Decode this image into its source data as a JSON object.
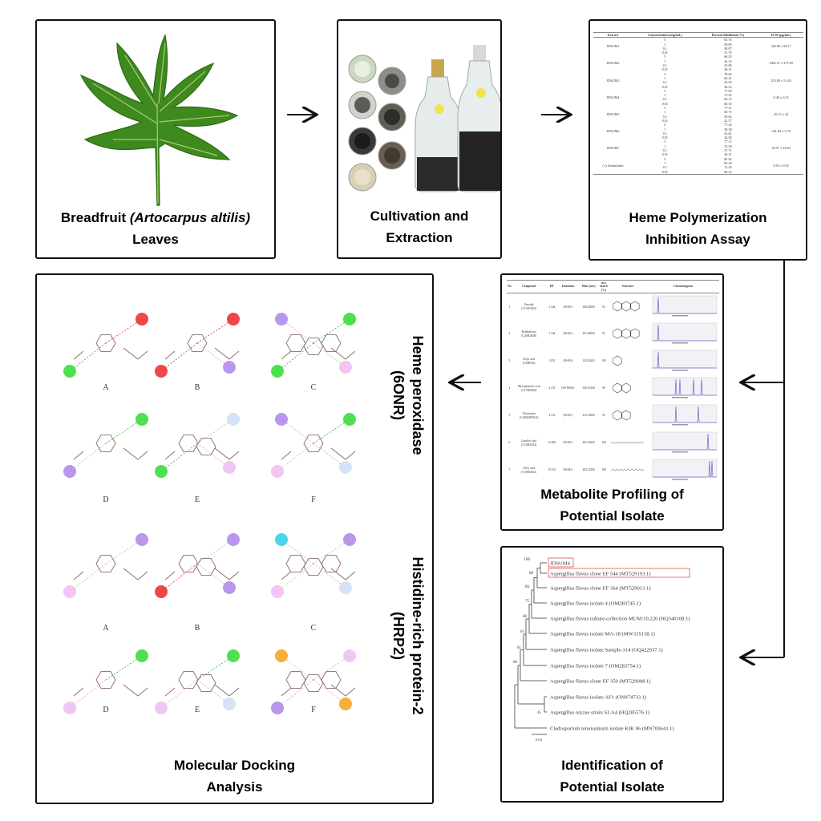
{
  "steps": {
    "leaves": {
      "title_prefix": "Breadfruit ",
      "title_italic": "(Artocarpus altilis)",
      "title_suffix": "Leaves"
    },
    "cultivation": {
      "line1": "Cultivation and",
      "line2": "Extraction"
    },
    "heme_assay": {
      "line1": "Heme Polymerization",
      "line2": "Inhibition Assay"
    },
    "metabolite": {
      "line1": "Metabolite Profiling of",
      "line2": "Potential Isolate"
    },
    "identification": {
      "line1": "Identification of",
      "line2": "Potential Isolate"
    },
    "docking": {
      "line1": "Molecular Docking",
      "line2": "Analysis",
      "target1": "Heme peroxidase",
      "target1_id": "(6ONR)",
      "target2": "Histidine-rich protein-2",
      "target2_id": "(HRP2)",
      "panel_labels": [
        "A",
        "B",
        "C",
        "D",
        "E",
        "F"
      ]
    }
  },
  "heme_table": {
    "headers": [
      "Extract",
      "Concentration (mg/mL)",
      "Percent Inhibition (%)",
      "IC50 (µg/mL)"
    ],
    "concentrations": [
      "5",
      "1",
      "0.1",
      "0.01"
    ],
    "rows": [
      {
        "extract": "JDSUM1",
        "inhibition": [
          "65.76",
          "58.89",
          "38.87",
          "31.70"
        ],
        "ic50": "320.98 ± 90.17"
      },
      {
        "extract": "JDSUM2",
        "inhibition": [
          "68.25",
          "42.14",
          "33.80",
          "28.31"
        ],
        "ic50": "1062.57 ± 275.00"
      },
      {
        "extract": "JDSUM3",
        "inhibition": [
          "78.66",
          "60.21",
          "43.50",
          "38.23"
        ],
        "ic50": "253.09 ± 51.65"
      },
      {
        "extract": "JDSUM4",
        "inhibition": [
          "77.99",
          "73.45",
          "65.15",
          "60.10"
        ],
        "ic50": "0.48 ± 0.15"
      },
      {
        "extract": "JDSUM5",
        "inhibition": [
          "77.11",
          "60.75",
          "50.62",
          "41.57"
        ],
        "ic50": "50.15 ± 22"
      },
      {
        "extract": "JDSUM6",
        "inhibition": [
          "77.24",
          "58.38",
          "43.61",
          "24.92"
        ],
        "ic50": "341.84 ± 3.78"
      },
      {
        "extract": "JDSUM7",
        "inhibition": [
          "77.15",
          "74.50",
          "57.71",
          "40.21"
        ],
        "ic50": "36.97 ± 14.69"
      },
      {
        "extract": "(+) Artemisinin",
        "inhibition": [
          "85.82",
          "83.38",
          "72.43",
          "68.23"
        ],
        "ic50": "0.03 ± 0.02"
      }
    ]
  },
  "metabolite_table": {
    "headers": [
      "No",
      "Compound",
      "RT",
      "Ionization",
      "Mass (m/z)",
      "m/z match (%)",
      "Structure",
      "Chromatogram"
    ],
    "rows": [
      {
        "no": "1",
        "compound": "Emodin",
        "formula": "(C15H10O5)",
        "rt": "1.344",
        "ion": "[M+H]+",
        "mass": "300.02000",
        "match": "92"
      },
      {
        "no": "2",
        "compound": "Rothbalcone",
        "formula": "(C26H26O8)",
        "rt": "1.344",
        "ion": "[M+H]+",
        "mass": "451.04004",
        "match": "95"
      },
      {
        "no": "3",
        "compound": "Kojic acid",
        "formula": "(C6H6O4)",
        "rt": "1.831",
        "ion": "[M+H]+",
        "mass": "143.03443",
        "match": "100"
      },
      {
        "no": "4",
        "compound": "Mycophenolic acid",
        "formula": "(C17H20O6)",
        "rt": "4.135",
        "ion": "[M+NH4]+",
        "mass": "338.16168",
        "match": "99"
      },
      {
        "no": "5",
        "compound": "Fluvastatin",
        "formula": "(C24H26FNO4)",
        "rt": "4.135",
        "ion": "[M+H]+",
        "mass": "412.19600",
        "match": "95"
      },
      {
        "no": "6",
        "compound": "Linoleic acid",
        "formula": "(C18H32O2)",
        "rt": "15.881",
        "ion": "[M+H]+",
        "mass": "281.25045",
        "match": "100"
      },
      {
        "no": "7",
        "compound": "Oleic acid",
        "formula": "(C18H34O2)",
        "rt": "15.551",
        "ion": "[M+H]+",
        "mass": "283.25296",
        "match": "100"
      }
    ]
  },
  "tree": {
    "taxa": [
      "JDSUM4",
      "Aspergillus flavus clone EF 544 (MT529193.1)",
      "Aspergillus flavus clone EF 364 (MT529013.1)",
      "Aspergillus flavus isolate 4 (OM283745.1)",
      "Aspergillus flavus culture-collection MUM:10.220 (HQ340108.1)",
      "Aspergillus flavus isolate MA-18 (MW335138.1)",
      "Aspergillus flavus isolate Sample-314 (OQ422937.1)",
      "Aspergillus flavus isolate 7 (OM283754.1)",
      "Aspergillus flavus clone EF 359 (MT529008.1)",
      "Aspergillus flavus isolate AF1 (ON974733.1)",
      "Aspergillus oryzae strain SJ-A4 (HQ285576.1)",
      "Cladosporium tenuissimum isolate KIK 06 (MN700643.1)"
    ],
    "bootstrap": [
      "100",
      "88",
      "86",
      "75",
      "68",
      "61",
      "61",
      "60",
      "45"
    ],
    "scale": "0.04",
    "highlight_color": "#d9534f"
  }
}
